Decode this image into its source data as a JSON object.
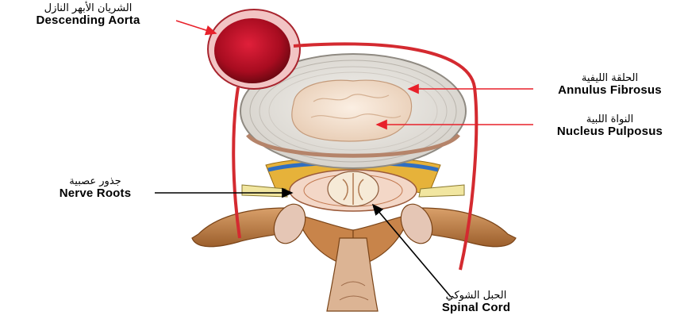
{
  "labels": {
    "aorta": {
      "ar": "الشريان الأبهر النازل",
      "en": "Descending Aorta"
    },
    "annulus": {
      "ar": "الحلقة الليفية",
      "en": "Annulus Fibrosus"
    },
    "nucleus": {
      "ar": "النواة اللبية",
      "en": "Nucleus Pulposus"
    },
    "nerve": {
      "ar": "جذور عصبية",
      "en": "Nerve Roots"
    },
    "cord": {
      "ar": "الحبل الشوكي",
      "en": "Spinal Cord"
    }
  },
  "colors": {
    "aorta_fill": "#c8102e",
    "leader_red": "#e8202a",
    "leader_black": "#000000",
    "bone": "#c8844a",
    "disc": "#e9e6e1",
    "nucleus": "#f3e2d2"
  }
}
